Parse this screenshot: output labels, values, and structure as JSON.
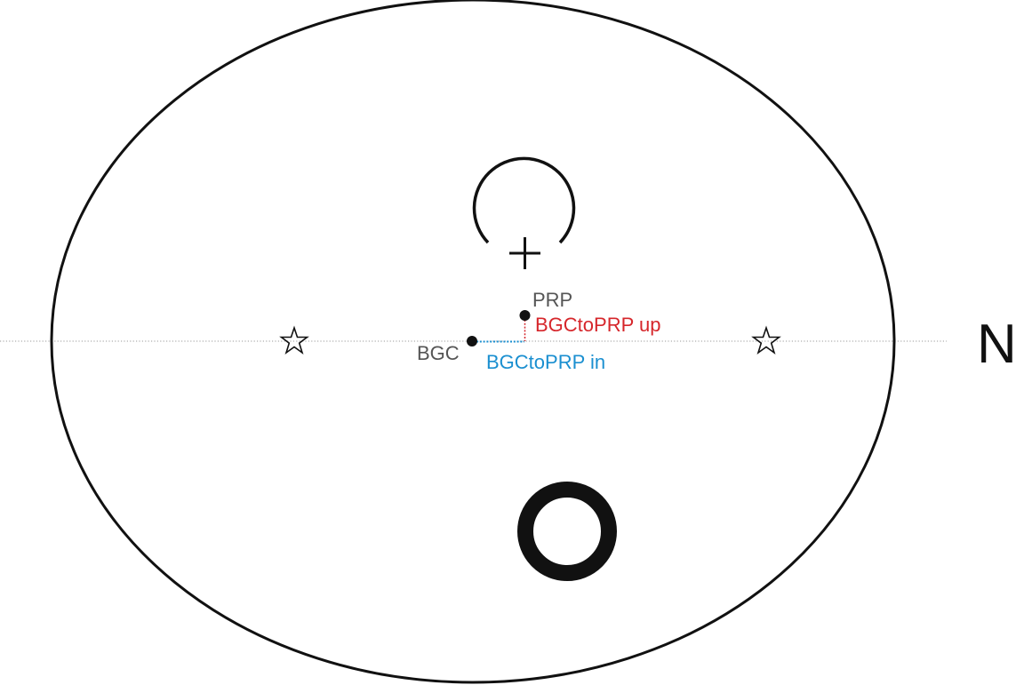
{
  "labels": {
    "prp": "PRP",
    "bgc": "BGC",
    "bgc_to_prp_up": "BGCtoPRP up",
    "bgc_to_prp_in": "BGCtoPRP in",
    "north": "N"
  },
  "colors": {
    "outline": "#111111",
    "label_grey": "#555555",
    "up_offset": "#d6262b",
    "in_offset": "#1a8fd0",
    "axis_line": "#9a9a9a"
  },
  "icons": {
    "arc": "open-arc-icon",
    "cross": "plus-icon",
    "ring": "ring-icon",
    "star": "star-icon"
  }
}
